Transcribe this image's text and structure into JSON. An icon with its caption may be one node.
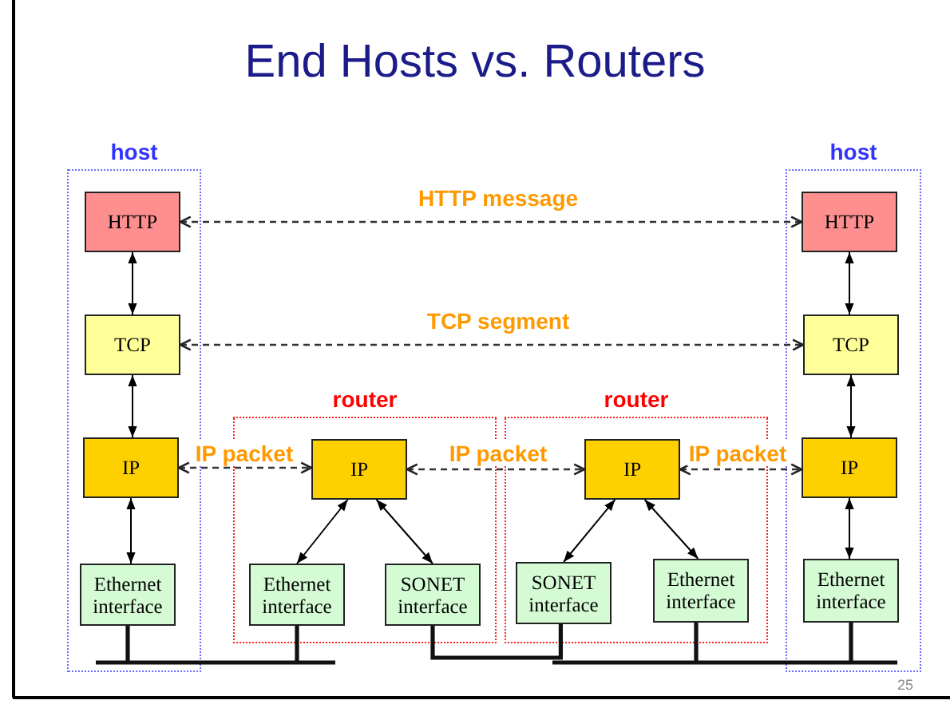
{
  "diagram": {
    "title": "End Hosts vs. Routers",
    "nodes": [
      {
        "text": [
          "host"
        ]
      },
      {
        "text": [
          "HTTP"
        ],
        "in": 0
      },
      {
        "text": [
          "TCP"
        ],
        "in": 0
      },
      {
        "text": [
          "IP"
        ],
        "in": 0
      },
      {
        "text": [
          "Ethernet interface"
        ],
        "in": 0
      },
      {
        "text": [
          "host"
        ]
      },
      {
        "text": [
          "HTTP"
        ],
        "in": 5
      },
      {
        "text": [
          "TCP"
        ],
        "in": 5
      },
      {
        "text": [
          "IP"
        ],
        "in": 5
      },
      {
        "text": [
          "Ethernet interface"
        ],
        "in": 5
      },
      {
        "text": [
          "router"
        ]
      },
      {
        "text": [
          "IP"
        ],
        "in": 10
      },
      {
        "text": [
          "Ethernet interface"
        ],
        "in": 10
      },
      {
        "text": [
          "SONET interface"
        ],
        "in": 10
      },
      {
        "text": [
          "router"
        ]
      },
      {
        "text": [
          "IP"
        ],
        "in": 14
      },
      {
        "text": [
          "SONET interface"
        ],
        "in": 14
      },
      {
        "text": [
          "Ethernet interface"
        ],
        "in": 14
      }
    ],
    "edges": [
      {
        "from": 1,
        "to": 6,
        "arrow": "both",
        "style": "dashed",
        "label": "HTTP message"
      },
      {
        "from": 2,
        "to": 7,
        "arrow": "both",
        "style": "dashed",
        "label": "TCP segment"
      },
      {
        "from": 3,
        "to": 11,
        "arrow": "both",
        "style": "dashed",
        "label": "IP packet"
      },
      {
        "from": 11,
        "to": 15,
        "arrow": "both",
        "style": "dashed",
        "label": "IP packet"
      },
      {
        "from": 15,
        "to": 8,
        "arrow": "both",
        "style": "dashed",
        "label": "IP packet"
      },
      {
        "from": 1,
        "to": 2,
        "arrow": "both"
      },
      {
        "from": 2,
        "to": 3,
        "arrow": "both"
      },
      {
        "from": 3,
        "to": 4,
        "arrow": "both"
      },
      {
        "from": 6,
        "to": 7,
        "arrow": "both"
      },
      {
        "from": 7,
        "to": 8,
        "arrow": "both"
      },
      {
        "from": 8,
        "to": 9,
        "arrow": "both"
      },
      {
        "from": 11,
        "to": 12,
        "arrow": "both"
      },
      {
        "from": 11,
        "to": 13,
        "arrow": "both"
      },
      {
        "from": 15,
        "to": 16,
        "arrow": "both"
      },
      {
        "from": 15,
        "to": 17,
        "arrow": "both"
      },
      {
        "from": 4,
        "to": 12,
        "arrow": "none",
        "style": "thick"
      },
      {
        "from": 13,
        "to": 16,
        "arrow": "none",
        "style": "thick"
      },
      {
        "from": 17,
        "to": 9,
        "arrow": "none",
        "style": "thick"
      }
    ],
    "labels": [
      "25"
    ]
  }
}
